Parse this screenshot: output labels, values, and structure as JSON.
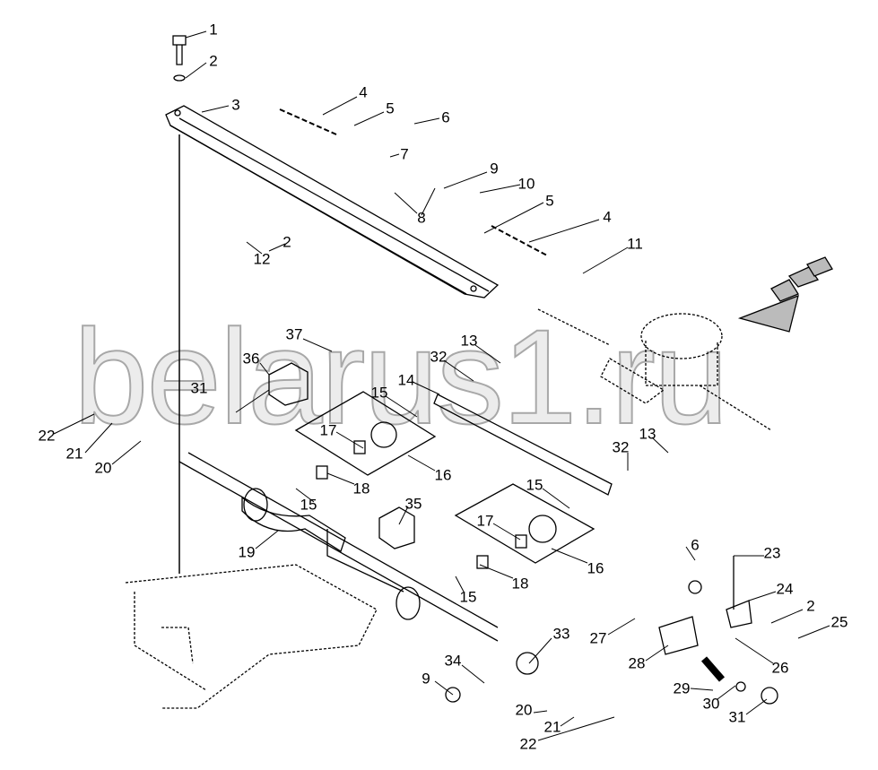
{
  "title": "Exploded parts diagram",
  "watermark": "belarus1.ru",
  "callouts": {
    "c1": "1",
    "c2a": "2",
    "c3": "3",
    "c4a": "4",
    "c5a": "5",
    "c6a": "6",
    "c7": "7",
    "c8": "8",
    "c9a": "9",
    "c10": "10",
    "c5b": "5",
    "c4b": "4",
    "c2b": "2",
    "c12": "12",
    "c11": "11",
    "c37": "37",
    "c36": "36",
    "c13a": "13",
    "c32a": "32",
    "c14": "14",
    "c31a": "31",
    "c15a": "15",
    "c17a": "17",
    "c22a": "22",
    "c21a": "21",
    "c20a": "20",
    "c16a": "16",
    "c13b": "13",
    "c18a": "18",
    "c32b": "32",
    "c15b": "15",
    "c15c": "15",
    "c35": "35",
    "c19": "19",
    "c17b": "17",
    "c16b": "16",
    "c18b": "18",
    "c15d": "15",
    "c6b": "6",
    "c23": "23",
    "c24": "24",
    "c2c": "2",
    "c25": "25",
    "c27": "27",
    "c33": "33",
    "c28": "28",
    "c26": "26",
    "c34": "34",
    "c9b": "9",
    "c29": "29",
    "c30": "30",
    "c31b": "31",
    "c20b": "20",
    "c21b": "21",
    "c22b": "22"
  }
}
